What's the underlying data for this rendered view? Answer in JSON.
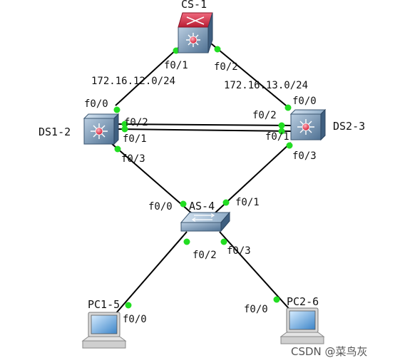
{
  "nodes": {
    "cs1": {
      "label": "CS-1",
      "type": "multilayer-switch-router"
    },
    "ds12": {
      "label": "DS1-2",
      "type": "multilayer-switch"
    },
    "ds23": {
      "label": "DS2-3",
      "type": "multilayer-switch"
    },
    "as4": {
      "label": "AS-4",
      "type": "access-switch"
    },
    "pc15": {
      "label": "PC1-5",
      "type": "pc"
    },
    "pc26": {
      "label": "PC2-6",
      "type": "pc"
    }
  },
  "links": [
    {
      "from": "cs1",
      "to": "ds12",
      "from_port": "f0/1",
      "to_port": "f0/0",
      "network": "172.16.12.0/24"
    },
    {
      "from": "cs1",
      "to": "ds23",
      "from_port": "f0/2",
      "to_port": "f0/0",
      "network": "172.16.13.0/24"
    },
    {
      "from": "ds12",
      "to": "ds23",
      "from_port": "f0/2",
      "to_port": "f0/2"
    },
    {
      "from": "ds12",
      "to": "ds23",
      "from_port": "f0/1",
      "to_port": "f0/1"
    },
    {
      "from": "ds12",
      "to": "as4",
      "from_port": "f0/3",
      "to_port": "f0/0"
    },
    {
      "from": "ds23",
      "to": "as4",
      "from_port": "f0/3",
      "to_port": "f0/1"
    },
    {
      "from": "as4",
      "to": "pc15",
      "from_port": "f0/2",
      "to_port": "f0/0"
    },
    {
      "from": "as4",
      "to": "pc26",
      "from_port": "f0/3",
      "to_port": "f0/0"
    }
  ],
  "colors": {
    "link": "#000000",
    "port_up": "#22dd22",
    "router_red": "#d8263c",
    "switch_blue": "#5b7e9f"
  },
  "watermark": "CSDN @菜鸟灰"
}
